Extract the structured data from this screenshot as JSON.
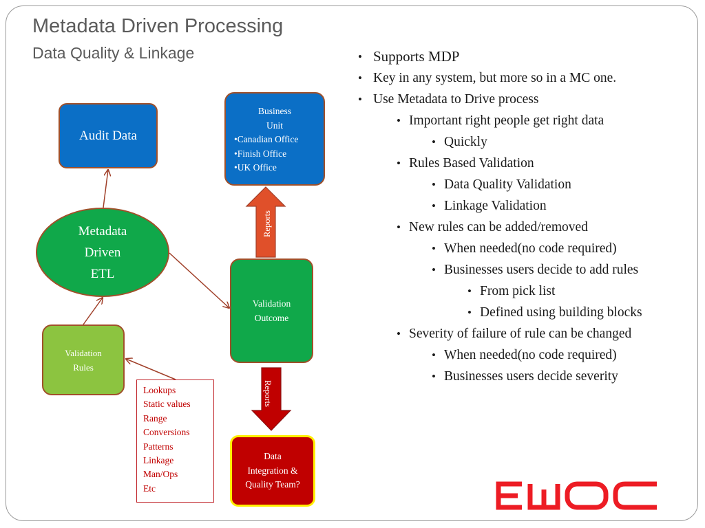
{
  "slide": {
    "title": "Metadata Driven Processing",
    "subtitle": "Data Quality & Linkage"
  },
  "diagram": {
    "audit_data": "Audit Data",
    "business_unit": {
      "title_line1": "Business",
      "title_line2": "Unit",
      "items": [
        "•Canadian Office",
        "•Finish Office",
        "•UK Office"
      ]
    },
    "etl": {
      "line1": "Metadata",
      "line2": "Driven",
      "line3": "ETL"
    },
    "validation_outcome": {
      "line1": "Validation",
      "line2": "Outcome"
    },
    "validation_rules": {
      "line1": "Validation",
      "line2": "Rules"
    },
    "data_integration": {
      "line1": "Data",
      "line2": "Integration &",
      "line3": "Quality Team?"
    },
    "reports_up": "Reports",
    "reports_down": "Reports",
    "rule_types": [
      "Lookups",
      "Static values",
      "Range",
      "Conversions",
      "Patterns",
      "Linkage",
      "Man/Ops",
      "Etc"
    ],
    "colors": {
      "blue_box": "#0b6fc6",
      "green_box": "#10a84a",
      "light_green_box": "#8cc440",
      "red_box": "#c00000",
      "arrow_orange": "#e0502a",
      "arrow_red": "#c00000",
      "connector": "#a0402a"
    }
  },
  "bullets": [
    {
      "level": 0,
      "text": "Supports MDP"
    },
    {
      "level": 0,
      "text": "Key in any system, but more so in a MC one."
    },
    {
      "level": 0,
      "text": "Use Metadata to Drive process"
    },
    {
      "level": 1,
      "text": "Important right people get right data"
    },
    {
      "level": 2,
      "text": "Quickly"
    },
    {
      "level": 1,
      "text": "Rules Based Validation"
    },
    {
      "level": 2,
      "text": "Data Quality Validation"
    },
    {
      "level": 2,
      "text": "Linkage Validation"
    },
    {
      "level": 1,
      "text": "New rules can be added/removed"
    },
    {
      "level": 2,
      "text": "When needed(no code required)"
    },
    {
      "level": 2,
      "text": "Businesses users decide to add rules"
    },
    {
      "level": 3,
      "text": "From pick list"
    },
    {
      "level": 3,
      "text": "Defined using building blocks"
    },
    {
      "level": 1,
      "text": "Severity of failure of rule can be changed"
    },
    {
      "level": 2,
      "text": "When needed(no code required)"
    },
    {
      "level": 2,
      "text": "Businesses users decide severity"
    }
  ],
  "logo": {
    "text": "EWOC",
    "color": "#ed1c24"
  }
}
